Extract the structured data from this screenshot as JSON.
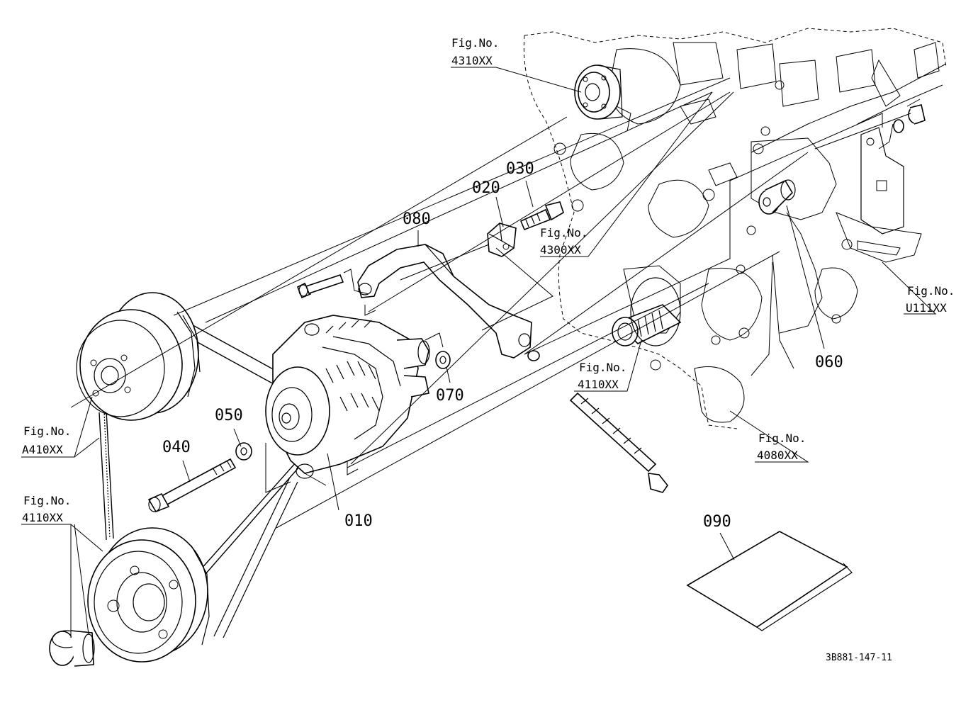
{
  "callouts": {
    "p010": "010",
    "p020": "020",
    "p030": "030",
    "p040": "040",
    "p050": "050",
    "p060": "060",
    "p070": "070",
    "p080": "080",
    "p090": "090"
  },
  "fig_refs": [
    {
      "label": "Fig.No.",
      "code": "4310XX"
    },
    {
      "label": "Fig.No.",
      "code": "4300XX"
    },
    {
      "label": "Fig.No.",
      "code": "U111XX"
    },
    {
      "label": "Fig.No.",
      "code": "4110XX"
    },
    {
      "label": "Fig.No.",
      "code": "4080XX"
    },
    {
      "label": "Fig.No.",
      "code": "A410XX"
    },
    {
      "label": "Fig.No.",
      "code": "4110XX"
    }
  ],
  "document_id": "3B881-147-11"
}
